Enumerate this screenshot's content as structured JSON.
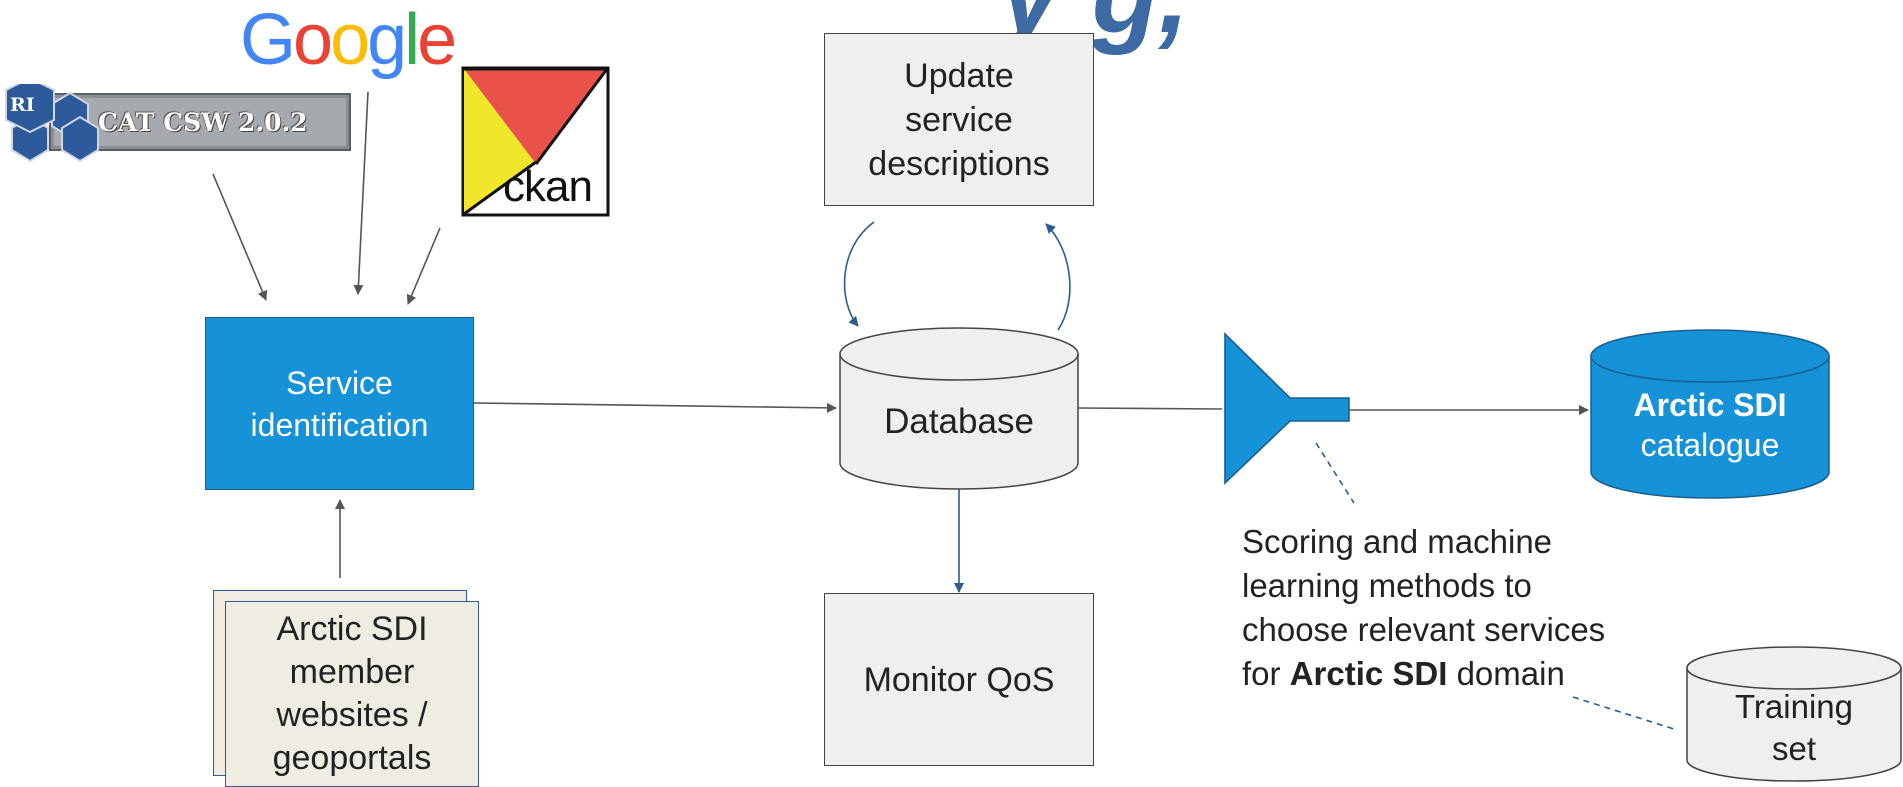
{
  "diagram": {
    "header_text": "y g,",
    "sources": {
      "google_logo": {
        "letters": [
          {
            "ch": "G",
            "color": "#4285F4"
          },
          {
            "ch": "o",
            "color": "#EA4335"
          },
          {
            "ch": "o",
            "color": "#FBBC05"
          },
          {
            "ch": "g",
            "color": "#4285F4"
          },
          {
            "ch": "l",
            "color": "#34A853"
          },
          {
            "ch": "e",
            "color": "#EA4335"
          }
        ]
      },
      "csw_badge": {
        "ri_text": "RI",
        "label": "CAT CSW 2.0.2"
      },
      "ckan_logo": {
        "text": "ckan",
        "colors": {
          "red": "#e8524a",
          "yellow": "#f0e62a",
          "frame": "#111111"
        }
      }
    },
    "nodes": {
      "service_identification": {
        "line1": "Service",
        "line2": "identification"
      },
      "member_websites": {
        "line1": "Arctic SDI",
        "line2": "member",
        "line3": "websites /",
        "line4": "geoportals"
      },
      "update_descriptions": {
        "line1": "Update",
        "line2": "service",
        "line3": "descriptions"
      },
      "database": {
        "label": "Database"
      },
      "monitor_qos": {
        "label": "Monitor QoS"
      },
      "arctic_catalogue": {
        "line1": "Arctic SDI",
        "line2": "catalogue"
      },
      "training_set": {
        "line1": "Training",
        "line2": "set"
      }
    },
    "annotation": {
      "line1": "Scoring and machine",
      "line2": "learning methods to",
      "line3": "choose relevant services",
      "line4_prefix": "for ",
      "line4_bold": "Arctic SDI",
      "line4_suffix": " domain"
    },
    "colors": {
      "accent_blue": "#1592d8",
      "dark_blue": "#2d5c91",
      "box_grey": "#efefef",
      "doc_beige": "#efede3",
      "arrow": "#555555"
    }
  }
}
